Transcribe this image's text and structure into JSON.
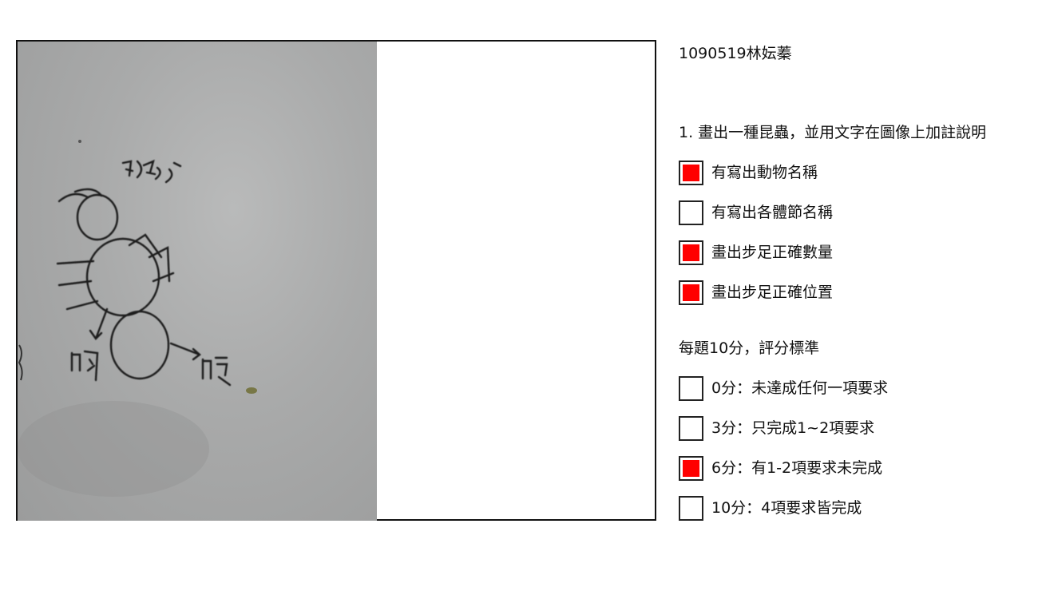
{
  "photo": {
    "alt": "handwritten insect drawing",
    "handwritten_labels": [
      "螞蟻",
      "胸",
      "腹"
    ]
  },
  "student": {
    "name": "1090519林妘蓁"
  },
  "question": {
    "text": "1. 畫出一種昆蟲，並用文字在圖像上加註說明"
  },
  "criteria": [
    {
      "label": "有寫出動物名稱",
      "checked": true
    },
    {
      "label": "有寫出各體節名稱",
      "checked": false
    },
    {
      "label": "畫出步足正確數量",
      "checked": true
    },
    {
      "label": "畫出步足正確位置",
      "checked": true
    }
  ],
  "scoring": {
    "title": "每題10分，評分標準",
    "options": [
      {
        "label": "0分：未達成任何一項要求",
        "checked": false
      },
      {
        "label": "3分：只完成1~2項要求",
        "checked": false
      },
      {
        "label": "6分：有1-2項要求未完成",
        "checked": true
      },
      {
        "label": "10分：4項要求皆完成",
        "checked": false
      }
    ]
  },
  "colors": {
    "check_fill": "#ff0000",
    "border": "#222222"
  }
}
